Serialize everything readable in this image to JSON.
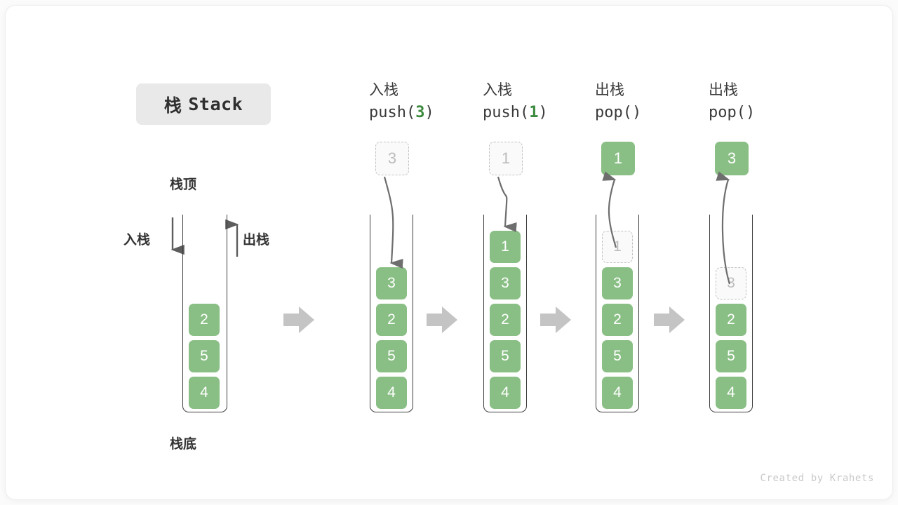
{
  "title": {
    "cn": "栈",
    "en": "Stack"
  },
  "colors": {
    "cell_green": "#89bf84",
    "ghost_border": "#c2c2c2",
    "ghost_fill": "#fafafa",
    "ghost_text": "#bcbcbc",
    "arrow_gray": "#6e6e6e",
    "step_arrow": "#c4c4c4",
    "frame_line": "#3d3d3d",
    "badge_bg": "#e9e9e9",
    "code_arg_green": "#3a8a3e",
    "card_bg": "#ffffff",
    "page_bg": "#fbfbfb"
  },
  "legend": {
    "top_label": "栈顶",
    "bottom_label": "栈底",
    "push_label": "入栈",
    "pop_label": "出栈",
    "push_icon": "arrow-down-icon",
    "pop_icon": "arrow-up-icon",
    "initial_stack": [
      "2",
      "5",
      "4"
    ]
  },
  "step_arrow_icon": "arrow-right-icon",
  "steps": [
    {
      "id": "push-3",
      "op_cn": "入栈",
      "op_code_prefix": "push(",
      "op_code_arg": "3",
      "op_code_suffix": ")",
      "kind": "push",
      "floating_value": "3",
      "floating_style": "ghost",
      "arrow_icon": "curved-arrow-down-icon",
      "stack": [
        {
          "value": "3",
          "style": "solid"
        },
        {
          "value": "2",
          "style": "solid"
        },
        {
          "value": "5",
          "style": "solid"
        },
        {
          "value": "4",
          "style": "solid"
        }
      ]
    },
    {
      "id": "push-1",
      "op_cn": "入栈",
      "op_code_prefix": "push(",
      "op_code_arg": "1",
      "op_code_suffix": ")",
      "kind": "push",
      "floating_value": "1",
      "floating_style": "ghost",
      "arrow_icon": "curved-arrow-down-icon",
      "stack": [
        {
          "value": "1",
          "style": "solid"
        },
        {
          "value": "3",
          "style": "solid"
        },
        {
          "value": "2",
          "style": "solid"
        },
        {
          "value": "5",
          "style": "solid"
        },
        {
          "value": "4",
          "style": "solid"
        }
      ]
    },
    {
      "id": "pop-1",
      "op_cn": "出栈",
      "op_code_prefix": "pop(",
      "op_code_arg": "",
      "op_code_suffix": ")",
      "kind": "pop",
      "floating_value": "1",
      "floating_style": "solid",
      "arrow_icon": "curved-arrow-up-icon",
      "stack": [
        {
          "value": "1",
          "style": "ghost"
        },
        {
          "value": "3",
          "style": "solid"
        },
        {
          "value": "2",
          "style": "solid"
        },
        {
          "value": "5",
          "style": "solid"
        },
        {
          "value": "4",
          "style": "solid"
        }
      ]
    },
    {
      "id": "pop-3",
      "op_cn": "出栈",
      "op_code_prefix": "pop(",
      "op_code_arg": "",
      "op_code_suffix": ")",
      "kind": "pop",
      "floating_value": "3",
      "floating_style": "solid",
      "arrow_icon": "curved-arrow-up-icon",
      "stack": [
        {
          "value": "3",
          "style": "ghost"
        },
        {
          "value": "2",
          "style": "solid"
        },
        {
          "value": "5",
          "style": "solid"
        },
        {
          "value": "4",
          "style": "solid"
        }
      ]
    }
  ],
  "credit": "Created by Krahets"
}
